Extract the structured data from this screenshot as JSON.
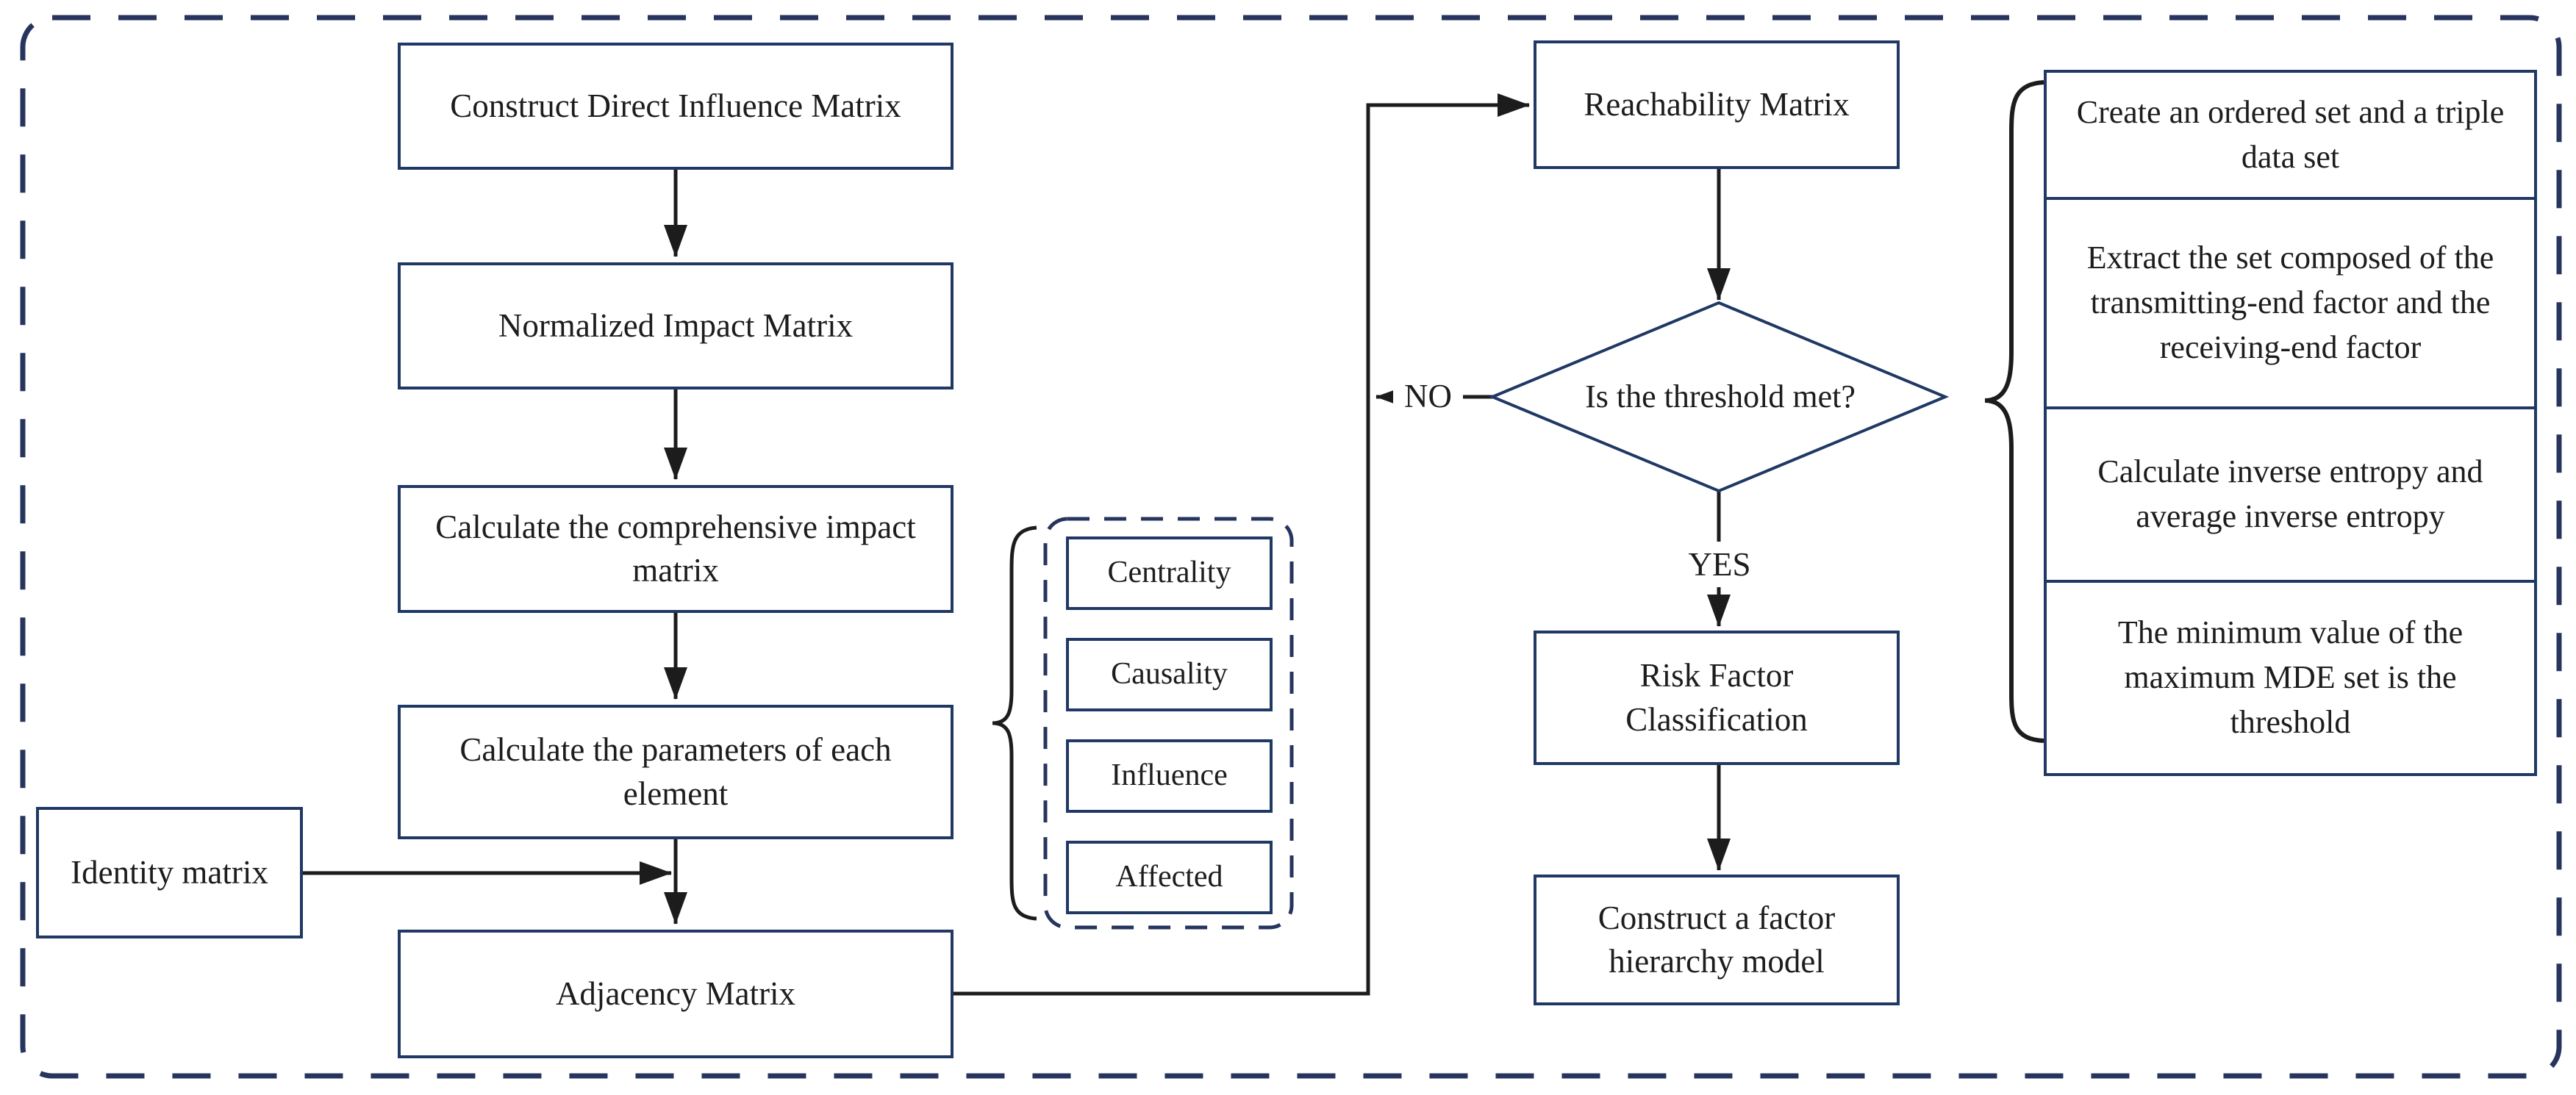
{
  "colors": {
    "box_border_navy": "#1f3864",
    "dashed_border_navy": "#27355e",
    "connector_black": "#1c1c1c",
    "text_color": "#1d1d1d",
    "background": "#ffffff"
  },
  "nodes": {
    "construct_direct_influence": {
      "label": "Construct Direct Influence Matrix"
    },
    "normalized_impact": {
      "label": "Normalized Impact Matrix"
    },
    "comprehensive_impact": {
      "label": "Calculate the comprehensive impact matrix"
    },
    "element_parameters": {
      "label": "Calculate the parameters of each element"
    },
    "adjacency": {
      "label": "Adjacency Matrix"
    },
    "identity": {
      "label": "Identity matrix"
    },
    "reachability": {
      "label": "Reachability Matrix"
    },
    "threshold_decision": {
      "label": "Is the threshold met?"
    },
    "risk_classification": {
      "label": "Risk Factor Classification"
    },
    "hierarchy_model": {
      "label": "Construct a factor hierarchy model"
    }
  },
  "decision_labels": {
    "no": "NO",
    "yes": "YES"
  },
  "parameter_items": [
    "Centrality",
    "Causality",
    "Influence",
    "Affected"
  ],
  "threshold_steps": [
    "Create an ordered set and a triple data set",
    "Extract the set composed of the transmitting-end factor and the receiving-end factor",
    "Calculate inverse entropy and average inverse entropy",
    "The minimum value of the maximum MDE set is the threshold"
  ]
}
